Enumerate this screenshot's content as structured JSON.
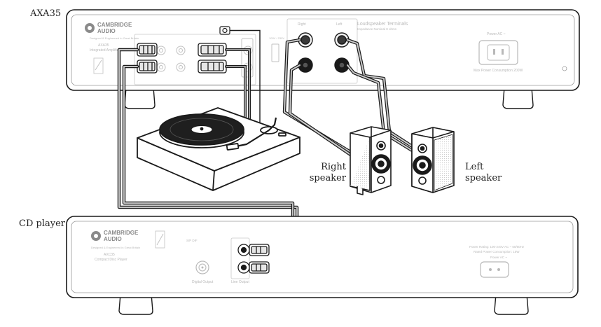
{
  "labels": {
    "amp": "AXA35",
    "cd": "CD player",
    "right_speaker": "Right\nspeaker",
    "left_speaker": "Left\nspeaker"
  },
  "amp_panel": {
    "brand_line1": "CAMBRIDGE",
    "brand_line2": "AUDIO",
    "model": "AXA35",
    "model_desc": "Integrated Amplifier",
    "terminals_title": "Loudspeaker Terminals",
    "terminals_sub": "Impedance Nominal 8 ohms",
    "right_term": "Right",
    "left_term": "Left",
    "power_label": "Power AC ~",
    "power_consumption": "Max Power Consumption 200W"
  },
  "cd_panel": {
    "brand_line1": "CAMBRIDGE",
    "brand_line2": "AUDIO",
    "model": "AXC35",
    "model_desc": "Compact Disc Player",
    "digital_output": "Digital Output",
    "line_output": "Line Output",
    "power_rating": "Power Rating: 100-240V AC ~ 50/60Hz",
    "standby": "Rated Power Consumption: 15W",
    "power_label": "Power AC ~"
  },
  "colors": {
    "line": "#1a1a1a",
    "panel_text": "#b9b9b9",
    "cable": "#bdbdbd"
  }
}
